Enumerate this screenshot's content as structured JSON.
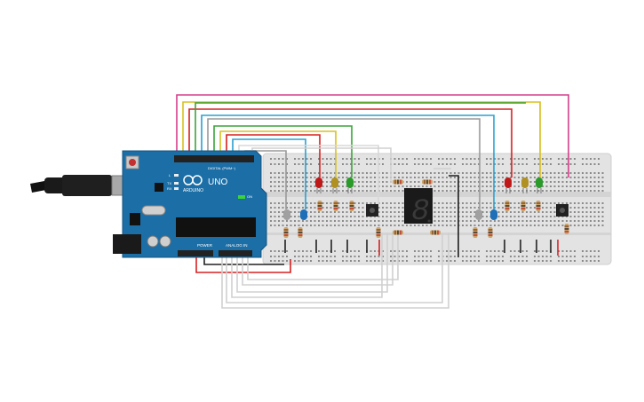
{
  "arduino": {
    "brand_text": "ARDUINO",
    "model_text": "UNO",
    "digital_label": "DIGITAL (PWM~)",
    "power_label": "POWER",
    "analog_label": "ANALOG IN",
    "on_label": "ON",
    "tx_label": "TX",
    "rx_label": "RX",
    "l_label": "L"
  },
  "display": {
    "digit": "8"
  },
  "colors": {
    "board_blue": "#1b6ea6",
    "breadboard": "#e8e8e8",
    "wire_pink": "#d63f8c",
    "wire_red": "#d62020",
    "wire_yellow": "#d8c020",
    "wire_green": "#3aa33a",
    "wire_cyan": "#2aa0d0",
    "wire_orange": "#e08a20",
    "wire_gray": "#9a9a9a",
    "wire_black": "#202020",
    "wire_white": "#d8d8d8"
  },
  "components": {
    "leds_left": [
      "red",
      "yellow",
      "green"
    ],
    "leds_right": [
      "red",
      "yellow",
      "green"
    ],
    "buttons": [
      "button-left",
      "button-right"
    ],
    "seven_segment": "common-cathode"
  }
}
